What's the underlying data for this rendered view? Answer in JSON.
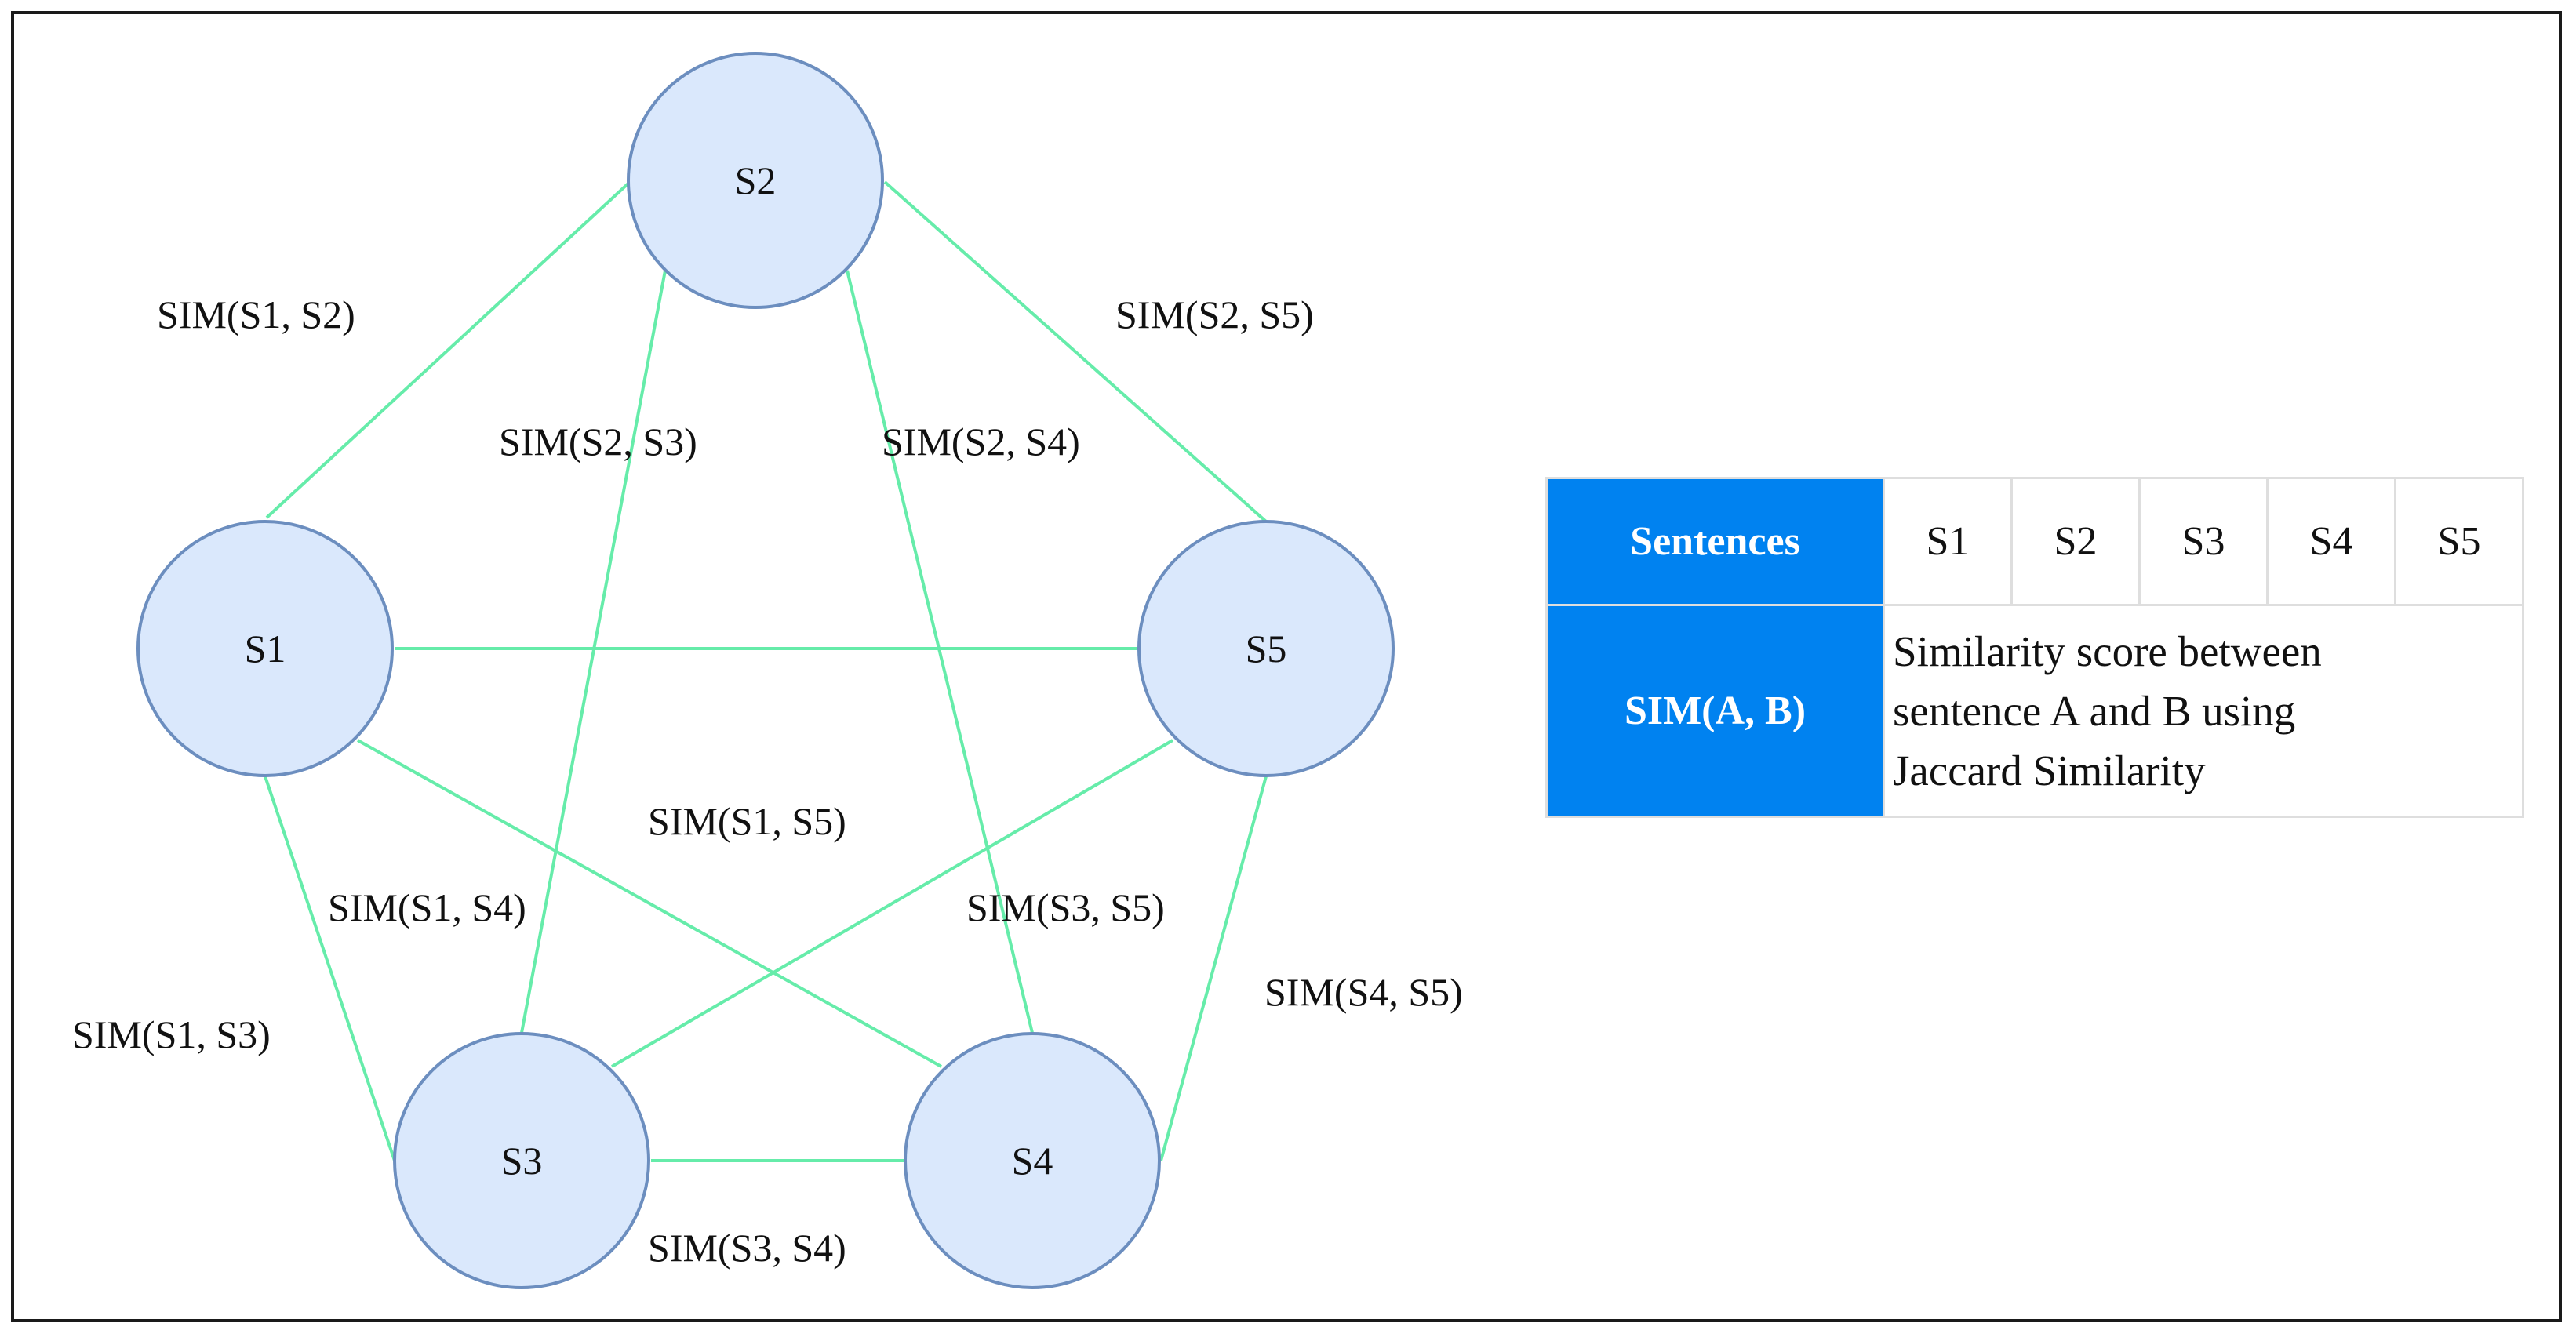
{
  "diagram": {
    "nodes": [
      {
        "id": "S1",
        "label": "S1"
      },
      {
        "id": "S2",
        "label": "S2"
      },
      {
        "id": "S3",
        "label": "S3"
      },
      {
        "id": "S4",
        "label": "S4"
      },
      {
        "id": "S5",
        "label": "S5"
      }
    ],
    "edges": [
      {
        "from": "S1",
        "to": "S2",
        "label": "SIM(S1, S2)"
      },
      {
        "from": "S2",
        "to": "S5",
        "label": "SIM(S2, S5)"
      },
      {
        "from": "S2",
        "to": "S3",
        "label": "SIM(S2, S3)"
      },
      {
        "from": "S2",
        "to": "S4",
        "label": "SIM(S2, S4)"
      },
      {
        "from": "S1",
        "to": "S5",
        "label": "SIM(S1, S5)"
      },
      {
        "from": "S1",
        "to": "S4",
        "label": "SIM(S1, S4)"
      },
      {
        "from": "S3",
        "to": "S5",
        "label": "SIM(S3, S5)"
      },
      {
        "from": "S1",
        "to": "S3",
        "label": "SIM(S1, S3)"
      },
      {
        "from": "S4",
        "to": "S5",
        "label": "SIM(S4, S5)"
      },
      {
        "from": "S3",
        "to": "S4",
        "label": "SIM(S3, S4)"
      }
    ]
  },
  "legend": {
    "header_sentences": "Sentences",
    "sentences": [
      "S1",
      "S2",
      "S3",
      "S4",
      "S5"
    ],
    "header_sim": "SIM(A, B)",
    "sim_desc_lines": [
      "Similarity score between",
      "sentence A and B using",
      "Jaccard Similarity"
    ]
  },
  "colors": {
    "node_fill": "#dae8fc",
    "node_stroke": "#6c8ebf",
    "edge": "#66ecaa",
    "legend_header": "#0082f0"
  }
}
